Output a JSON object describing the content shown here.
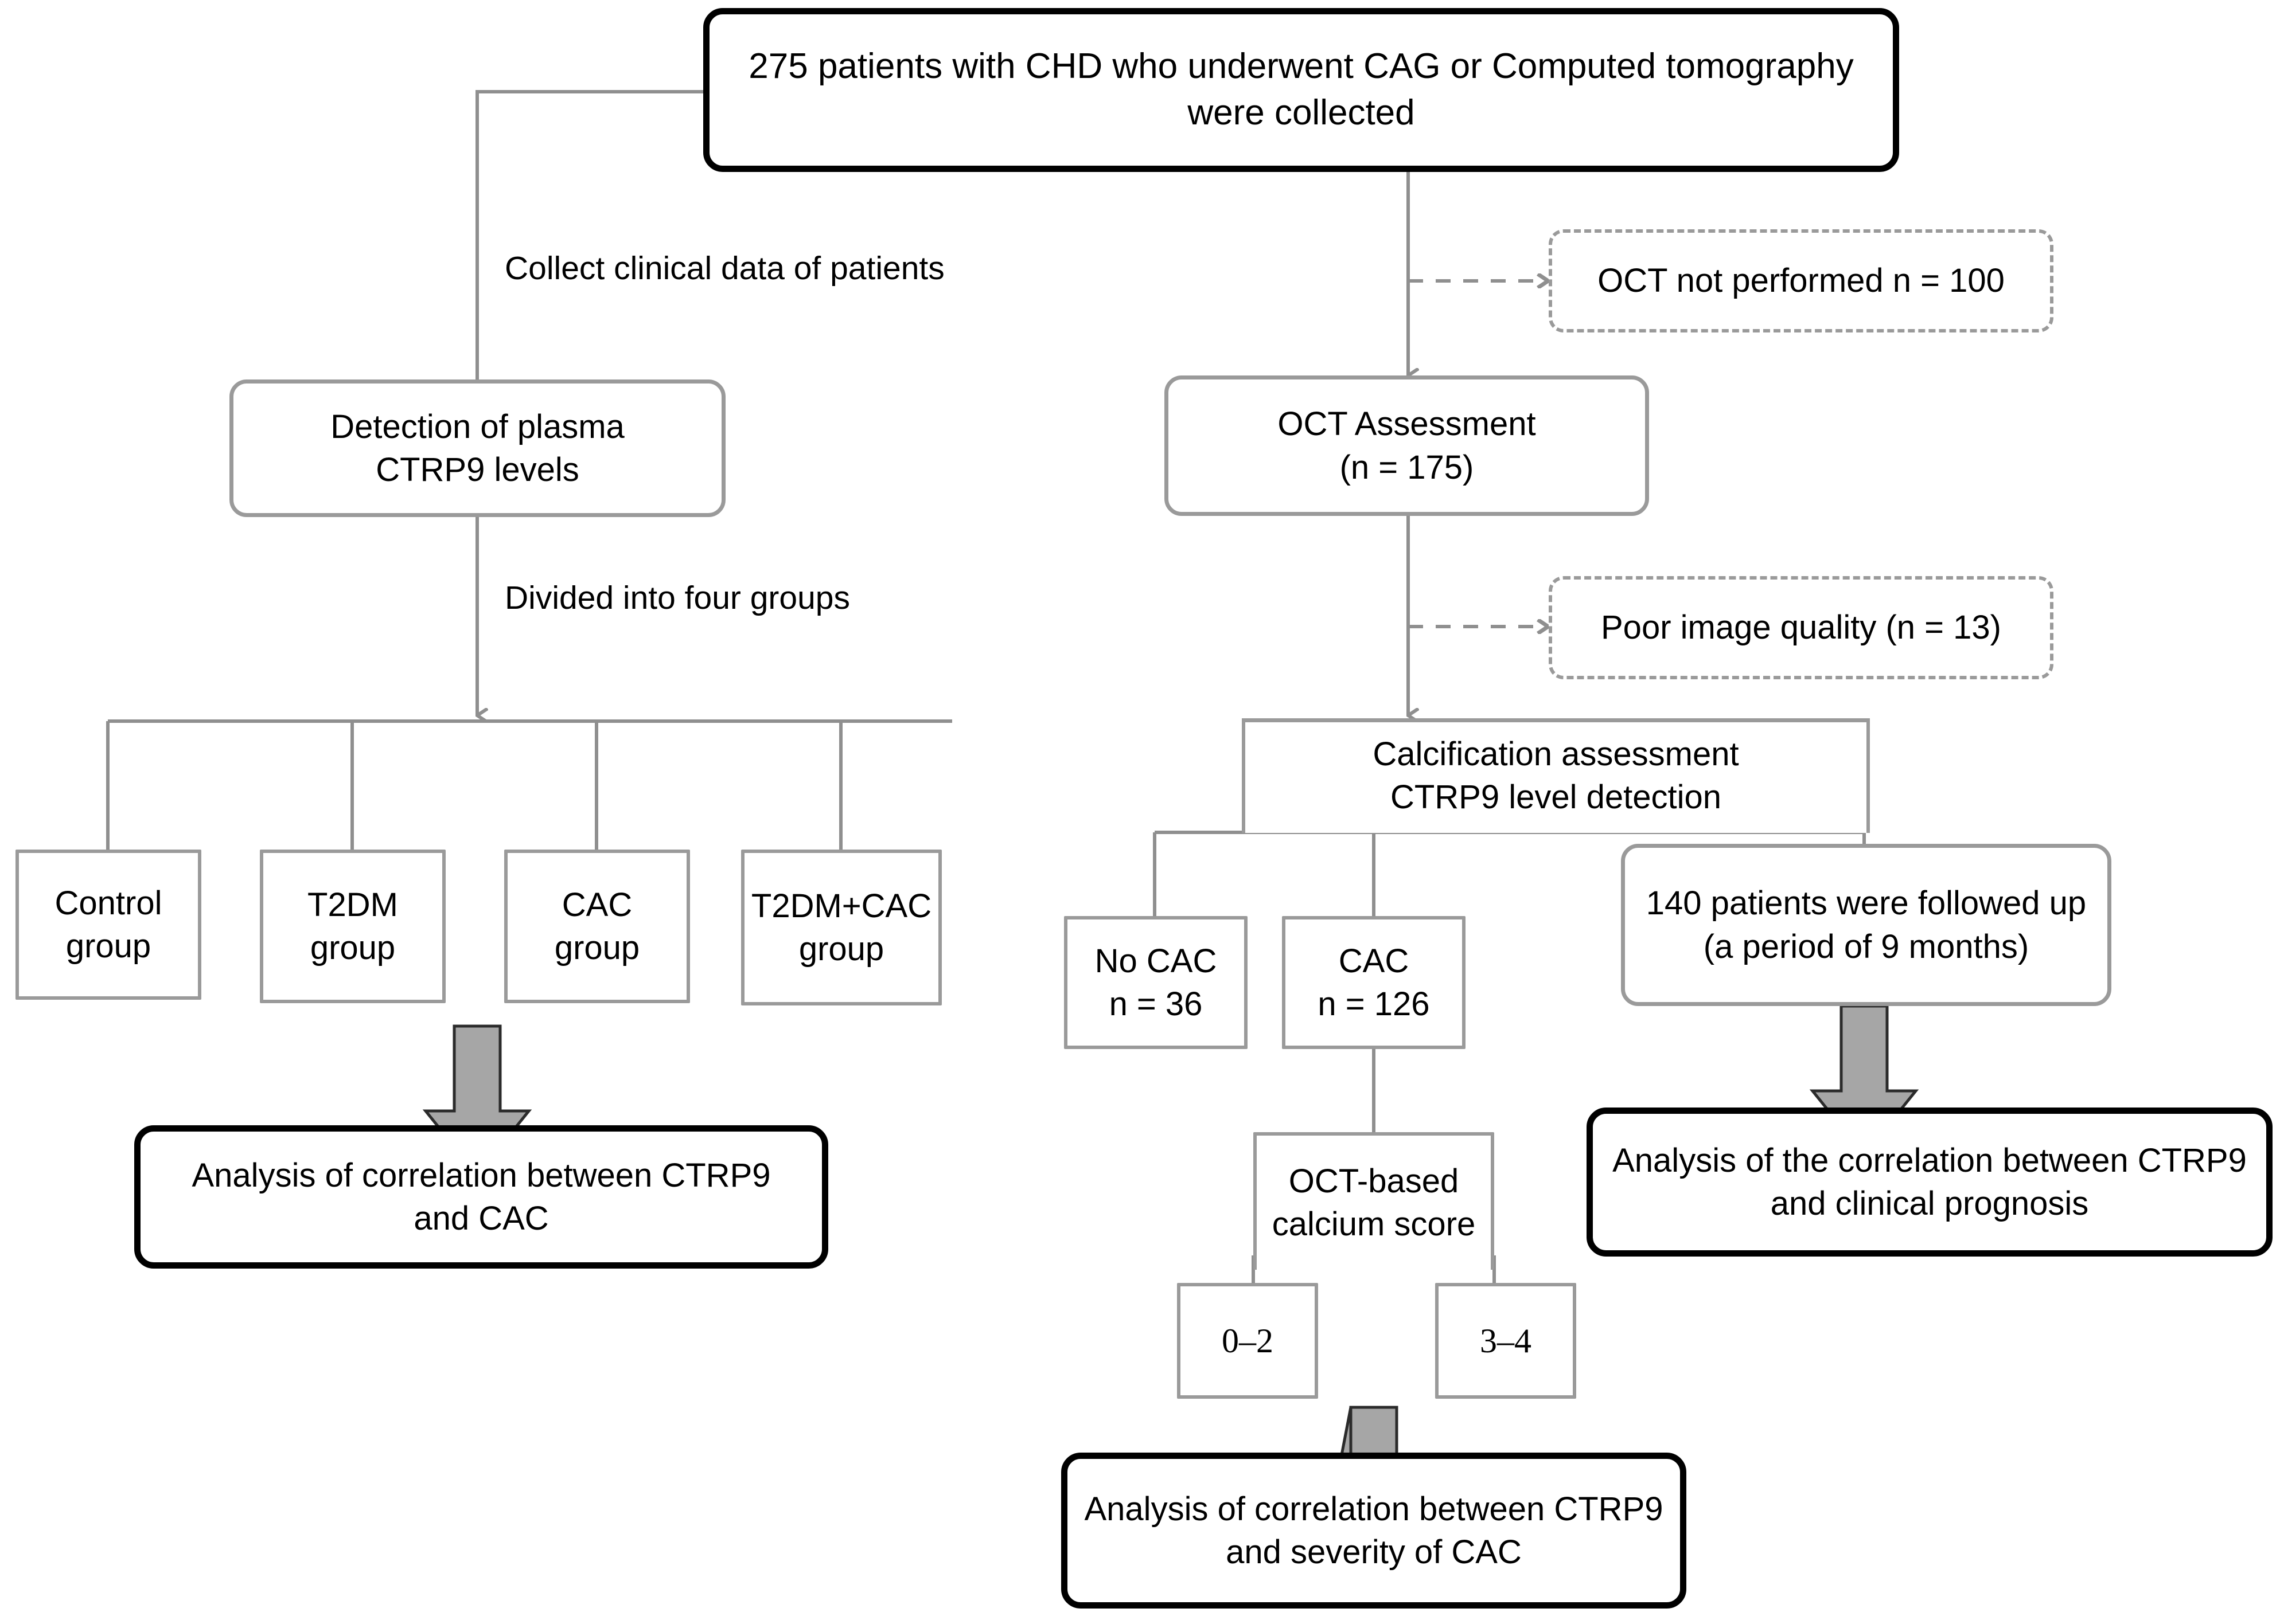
{
  "diagram": {
    "title": "Study flow diagram of CTRP9, CAC and clinical prognosis",
    "colors": {
      "grey_border": "#9a9a9a",
      "black_border": "#000000",
      "arrow_fill": "#a6a6a6",
      "background": "#ffffff",
      "text": "#000000"
    },
    "nodes": {
      "cohort": "275 patients with CHD who underwent CAG or Computed tomography\nwere collected",
      "plasma_detection": "Detection of plasma\nCTRP9 levels",
      "oct_assessment": "OCT Assessment\n(n = 175)",
      "oct_not_performed": "OCT not performed n = 100",
      "poor_image_quality": "Poor image quality (n = 13)",
      "calcification_assessment": "Calcification assessment\nCTRP9 level detection",
      "group_control": "Control\ngroup",
      "group_t2dm": "T2DM\ngroup",
      "group_cac": "CAC\ngroup",
      "group_t2dm_cac": "T2DM+CAC\ngroup",
      "no_cac": "No CAC\nn = 36",
      "cac": "CAC\nn = 126",
      "oct_calcium_score": "OCT-based\ncalcium score",
      "score_0_2": "0–2",
      "score_3_4": "3–4",
      "followup": "140 patients were followed up\n(a period of 9 months)",
      "conclusion_cac": "Analysis of correlation between CTRP9\nand CAC",
      "conclusion_severity": "Analysis of correlation between CTRP9\nand severity of CAC",
      "conclusion_prognosis": "Analysis of the correlation between CTRP9\nand clinical prognosis"
    },
    "edge_labels": {
      "collect_clinical_data": "Collect clinical data of patients",
      "divided_into_four_groups": "Divided into four groups"
    }
  }
}
